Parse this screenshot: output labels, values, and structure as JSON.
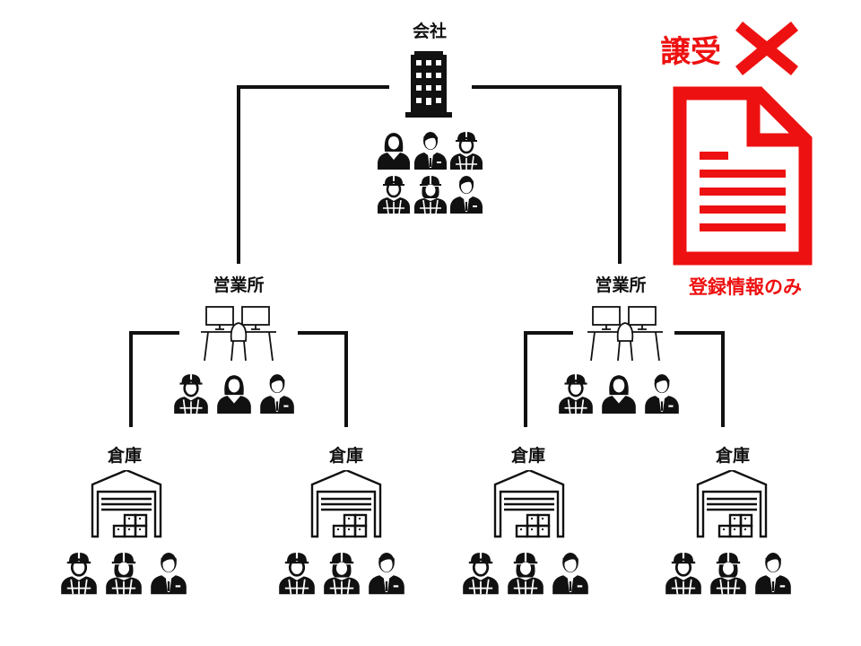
{
  "colors": {
    "accent": "#ee1111",
    "ink": "#111111"
  },
  "nodes": {
    "company": {
      "label": "会社",
      "icon": "office-building-icon",
      "staff": [
        "businesswoman-icon",
        "businessman-icon",
        "construction-worker-icon",
        "construction-worker-icon",
        "construction-worker-female-icon",
        "businessman-icon"
      ]
    },
    "offices": [
      {
        "label": "営業所",
        "icon": "desk-workstation-icon",
        "staff": [
          "construction-worker-icon",
          "businesswoman-icon",
          "businessman-icon"
        ]
      },
      {
        "label": "営業所",
        "icon": "desk-workstation-icon",
        "staff": [
          "construction-worker-icon",
          "businesswoman-icon",
          "businessman-icon"
        ]
      }
    ],
    "warehouses": [
      {
        "label": "倉庫",
        "icon": "warehouse-icon",
        "staff": [
          "construction-worker-icon",
          "construction-worker-female-icon",
          "businessman-icon"
        ]
      },
      {
        "label": "倉庫",
        "icon": "warehouse-icon",
        "staff": [
          "construction-worker-icon",
          "construction-worker-female-icon",
          "businessman-icon"
        ]
      },
      {
        "label": "倉庫",
        "icon": "warehouse-icon",
        "staff": [
          "construction-worker-icon",
          "construction-worker-female-icon",
          "businessman-icon"
        ]
      },
      {
        "label": "倉庫",
        "icon": "warehouse-icon",
        "staff": [
          "construction-worker-icon",
          "construction-worker-female-icon",
          "businessman-icon"
        ]
      }
    ]
  },
  "transfer": {
    "title": "譲受",
    "mark": "cross-mark-icon",
    "doc_icon": "document-icon",
    "caption": "登録情報のみ"
  }
}
